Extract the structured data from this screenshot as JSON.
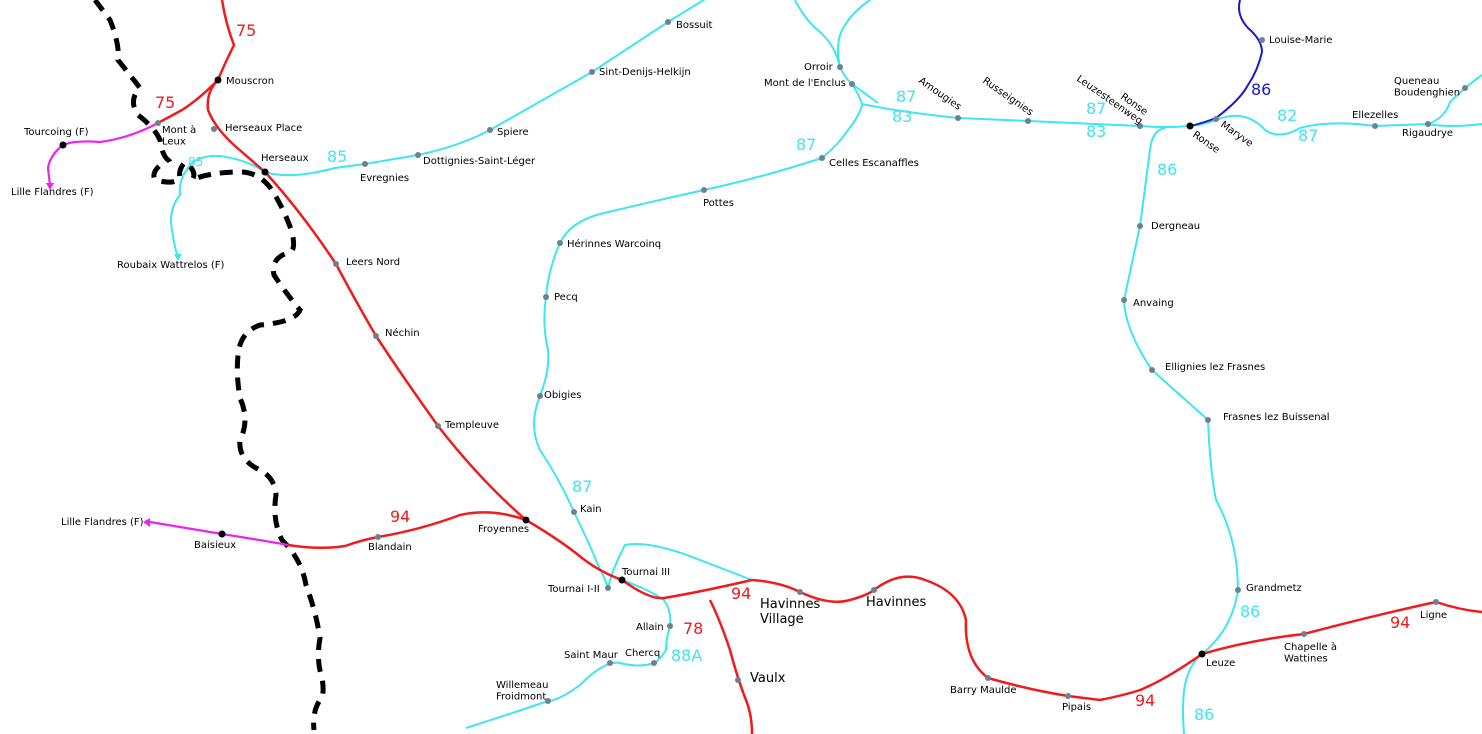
{
  "colors": {
    "main_line": "#ee1c1c",
    "local_line": "#3ee6f0",
    "line_86_north": "#1a1acc",
    "french_line": "#ee22ee",
    "border": "#000000",
    "station_dot": "#708090",
    "junction_dot": "#000000"
  },
  "line_numbers": {
    "l75_top": "75",
    "l75_mid": "75",
    "l85_a": "85",
    "l85_b": "85",
    "l87_kain": "87",
    "l87_celles": "87",
    "l87_amougies": "87",
    "l83_amougies": "83",
    "l87_leuze": "87",
    "l83_leuze": "83",
    "l86_north": "86",
    "l82": "82",
    "l87_east": "87",
    "l86_ronse": "86",
    "l94_blandain": "94",
    "l94_havinnes": "94",
    "l78": "78",
    "l88a": "88A",
    "l86_grandmetz": "86",
    "l94_leuze": "94",
    "l94_ligne": "94",
    "l86_south": "86"
  },
  "stations": {
    "mouscron": "Mouscron",
    "herseaux_place": "Herseaux Place",
    "mont_a_leux": "Mont à\nLeux",
    "tourcoing": "Tourcoing (F)",
    "lille_flandres_n": "Lille Flandres (F)",
    "herseaux": "Herseaux",
    "roubaix": "Roubaix Wattrelos (F)",
    "evregnies": "Evregnies",
    "dottignies": "Dottignies-Saint-Léger",
    "spiere": "Spiere",
    "sint_denijs": "Sint-Denijs-Helkijn",
    "bossuit": "Bossuit",
    "leers_nord": "Leers Nord",
    "nechin": "Néchin",
    "templeuve": "Templeuve",
    "froyennes": "Froyennes",
    "blandain": "Blandain",
    "baisieux": "Baisieux",
    "lille_flandres_s": "Lille Flandres (F)",
    "orroir": "Orroir",
    "mont_enclus": "Mont de l'Enclus",
    "amougies": "Amougies",
    "russeignies": "Russeignies",
    "leuzesteenweg": "Leuzesteenweg",
    "ronse_a": "Ronse",
    "ronse_b": "Ronse",
    "maryve": "Maryve",
    "louise_marie": "Louise-Marie",
    "ellezelles": "Ellezelles",
    "rigaudrye": "Rigaudrye",
    "queneau": "Queneau\nBoudenghien",
    "celles": "Celles Escanaffles",
    "pottes": "Pottes",
    "herinnes": "Hérinnes Warcoinq",
    "pecq": "Pecq",
    "obigies": "Obigies",
    "kain": "Kain",
    "tournai_12": "Tournai I-II",
    "tournai_3": "Tournai III",
    "allain": "Allain",
    "chercq": "Chercq",
    "saint_maur": "Saint Maur",
    "willemeau": "Willemeau\nFroidmont",
    "havinnes_village": "Havinnes\nVillage",
    "havinnes": "Havinnes",
    "vaulx": "Vaulx",
    "barry": "Barry Maulde",
    "pipais": "Pipais",
    "leuze": "Leuze",
    "chapelle": "Chapelle à\nWattines",
    "ligne": "Ligne",
    "grandmetz": "Grandmetz",
    "dergneau": "Dergneau",
    "anvaing": "Anvaing",
    "ellignies": "Ellignies lez Frasnes",
    "frasnes": "Frasnes lez Buissenal"
  }
}
